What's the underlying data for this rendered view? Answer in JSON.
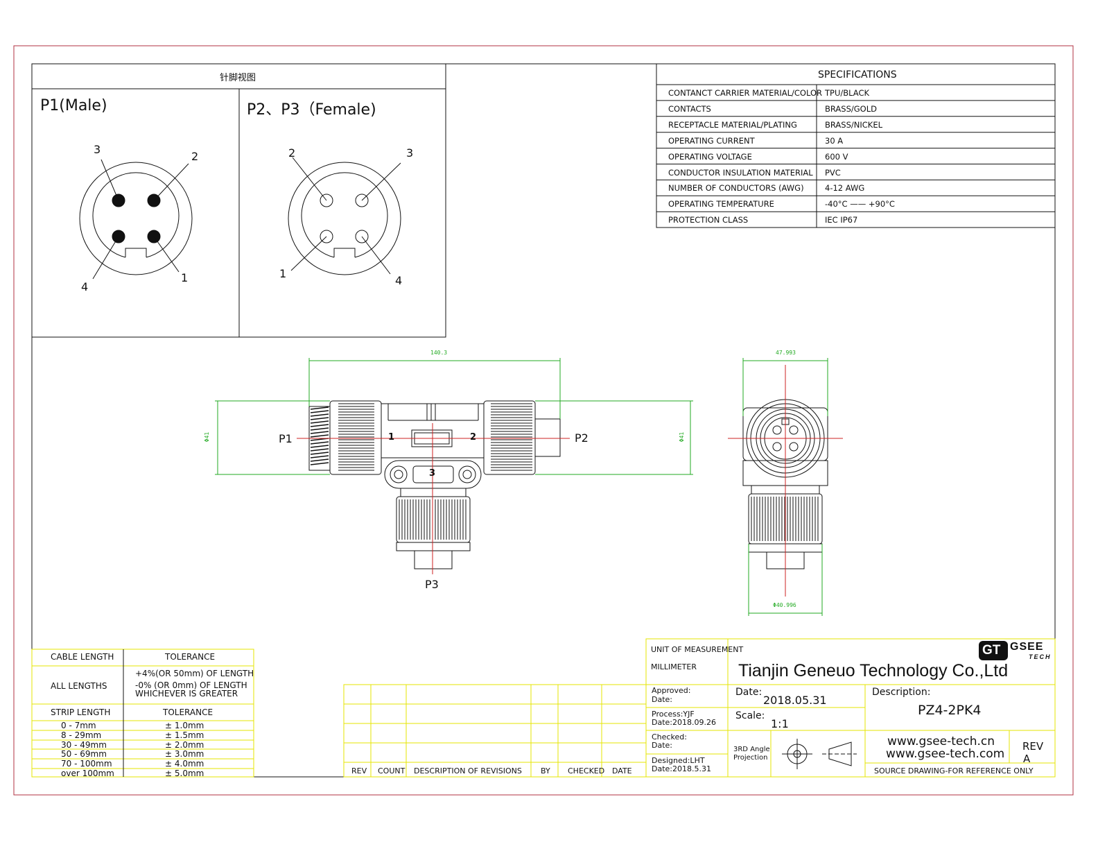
{
  "pinout": {
    "title": "针脚视图",
    "male_label": "P1(Male)",
    "female_label": "P2、P3（Female)",
    "male_pins": [
      "3",
      "2",
      "4",
      "1"
    ],
    "female_pins": [
      "2",
      "3",
      "1",
      "4"
    ]
  },
  "specifications": {
    "title": "SPECIFICATIONS",
    "rows": [
      {
        "label": "CONTANCT CARRIER MATERIAL/COLOR",
        "value": "TPU/BLACK"
      },
      {
        "label": "CONTACTS",
        "value": "BRASS/GOLD"
      },
      {
        "label": "RECEPTACLE MATERIAL/PLATING",
        "value": "BRASS/NICKEL"
      },
      {
        "label": "OPERATING CURRENT",
        "value": "30 A"
      },
      {
        "label": "OPERATING VOLTAGE",
        "value": "600 V"
      },
      {
        "label": "CONDUCTOR INSULATION MATERIAL",
        "value": "PVC"
      },
      {
        "label": "NUMBER OF CONDUCTORS (AWG)",
        "value": "4-12 AWG"
      },
      {
        "label": "OPERATING TEMPERATURE",
        "value": "-40°C —— +90°C"
      },
      {
        "label": "PROTECTION CLASS",
        "value": "IEC  IP67"
      }
    ]
  },
  "drawing": {
    "p1": "P1",
    "p2": "P2",
    "p3": "P3",
    "n1": "1",
    "n2": "2",
    "n3": "3",
    "dim_length": "140.3",
    "dim_dia_left": "Φ41",
    "dim_dia_right": "Φ41",
    "dim_side_width": "47.993",
    "dim_side_bottom": "Φ40.996"
  },
  "tolerance": {
    "h1": "CABLE LENGTH",
    "h2": "TOLERANCE",
    "all_lengths": "ALL LENGTHS",
    "all_line1": "+4%(OR 50mm) OF LENGTH",
    "all_line2": "-0%  (OR 0mm)   OF LENGTH",
    "all_line3": "WHICHEVER  IS  GREATER",
    "h3": "STRIP LENGTH",
    "h4": "TOLERANCE",
    "strip_rows": [
      {
        "range": "0 - 7mm",
        "tol": "± 1.0mm"
      },
      {
        "range": "8 - 29mm",
        "tol": "± 1.5mm"
      },
      {
        "range": "30 - 49mm",
        "tol": "± 2.0mm"
      },
      {
        "range": "50 - 69mm",
        "tol": "± 3.0mm"
      },
      {
        "range": "70 - 100mm",
        "tol": "± 4.0mm"
      },
      {
        "range": "over 100mm",
        "tol": "± 5.0mm"
      }
    ]
  },
  "revisions": {
    "headers": [
      "REV",
      "COUNT",
      "DESCRIPTION  OF  REVISIONS",
      "BY",
      "CHECKED",
      "DATE"
    ]
  },
  "title_block": {
    "unit_label": "UNIT OF MEASUREMENT",
    "unit_value": "MILLIMETER",
    "company": "Tianjin Geneuo Technology Co.,Ltd",
    "logo_gt": "GT",
    "logo_gsee": "GSEE",
    "logo_tech": "TECH",
    "approved": "Approved:",
    "approved_date": "Date:",
    "date_label": "Date:",
    "date_value": "2018.05.31",
    "description_label": "Description:",
    "description_value": "PZ4-2PK4",
    "process": "Process:YJF",
    "process_date": "Date:2018.09.26",
    "scale_label": "Scale:",
    "scale_value": "1:1",
    "checked": "Checked:",
    "checked_date": "Date:",
    "projection_line1": "3RD Angle",
    "projection_line2": "Projection",
    "web1": "www.gsee-tech.cn",
    "web2": "www.gsee-tech.com",
    "rev_label": "REV",
    "rev_value": "A",
    "designed": "Designed:LHT",
    "designed_date": "Date:2018.5.31",
    "footer": "SOURCE DRAWING-FOR REFERENCE ONLY"
  },
  "colors": {
    "border": "#b03040",
    "frame": "#111111",
    "titleblock": "#e6e600",
    "dimension": "#22aa22",
    "centerline": "#cc2222"
  }
}
